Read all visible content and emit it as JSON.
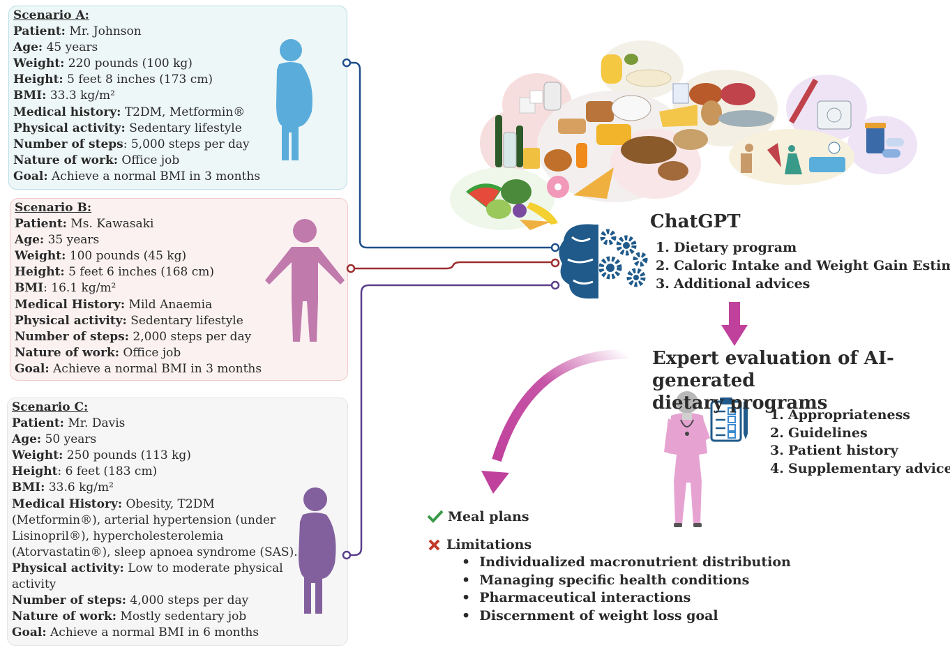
{
  "scenarios": [
    {
      "title": "Scenario A:",
      "patient": "Mr. Johnson",
      "age": "45 years",
      "weight": "220 pounds (100 kg)",
      "height": "5 feet 8 inches (173 cm)",
      "bmi": "33.3 kg/m²",
      "history_label": "Medical history:",
      "history": "T2DM,  Metformin®",
      "activity": "Sedentary lifestyle",
      "steps_label": "Number of steps",
      "steps": ":  5,000 steps per day",
      "work": "Office job",
      "goal": "Achieve a normal BMI in 3 months"
    },
    {
      "title": "Scenario B:",
      "patient": "Ms. Kawasaki",
      "age": "35 years",
      "weight": "100 pounds (45 kg)",
      "height": "5 feet 6 inches (168 cm)",
      "bmi": ": 16.1 kg/m²",
      "history_label": "Medical History:",
      "history": "Mild Anaemia",
      "activity": "Sedentary lifestyle",
      "steps_label": "Number of steps:",
      "steps": "2,000 steps per day",
      "work": "Office job",
      "goal": "Achieve a normal BMI  in 3 months"
    },
    {
      "title": "Scenario C:",
      "patient": "Mr. Davis",
      "age": "50 years",
      "weight": "250 pounds (113 kg)",
      "height": ": 6 feet (183 cm)",
      "bmi": "33.6 kg/m²",
      "history_label": "Medical History:",
      "history": "Obesity, T2DM (Metformin®), arterial hypertension (under Lisinopril®), hypercholesterolemia (Atorvastatin®), sleep apnoea syndrome (SAS).",
      "activity": "Low to moderate physical activity",
      "steps_label": "Number of steps:",
      "steps": "4,000 steps per day",
      "work": "Mostly sedentary job",
      "goal": "Achieve a normal BMI  in 6 months"
    }
  ],
  "labels": {
    "patient": "Patient:",
    "age": "Age:",
    "weight": "Weight:",
    "height": "Height:",
    "height_c": "Height",
    "bmi": "BMI:",
    "bmi_b": "BMI",
    "activity": "Physical activity:",
    "work": "Nature of work:",
    "goal": "Goal:"
  },
  "chatgpt": {
    "title": "ChatGPT",
    "items": [
      {
        "n": "1.",
        "text": "Dietary program"
      },
      {
        "n": "2.",
        "text": "Caloric Intake and Weight Gain Estimate"
      },
      {
        "n": "3.",
        "text": "Additional advices"
      }
    ]
  },
  "expert": {
    "title_line1": "Expert evaluation of AI-generated",
    "title_line2": "dietary programs",
    "items": [
      {
        "n": "1.",
        "text": "Appropriateness"
      },
      {
        "n": "2.",
        "text": "Guidelines"
      },
      {
        "n": "3.",
        "text": "Patient history"
      },
      {
        "n": "4.",
        "text": "Supplementary advices"
      }
    ]
  },
  "outcomes": {
    "pro": "Meal plans",
    "con": "Limitations",
    "limitations": [
      "Individualized macronutrient distribution",
      "Managing specific health conditions",
      "Pharmaceutical interactions",
      "Discernment of weight loss goal"
    ]
  },
  "colors": {
    "scenario_a": "#5aaddb",
    "scenario_b": "#c07aac",
    "scenario_c": "#82609e",
    "line_a": "#1f4e8a",
    "line_b": "#9b2d2d",
    "line_c": "#5a3e8a",
    "arrow": "#c0419c",
    "brain": "#1f5a8a",
    "check": "#3a9a4a",
    "cross": "#c0392b"
  },
  "icons": [
    "obese-man-icon",
    "woman-icon",
    "obese-man-icon",
    "food-collage-icon",
    "brain-gears-icon",
    "nurse-icon",
    "clipboard-icon",
    "check-icon",
    "cross-icon"
  ]
}
